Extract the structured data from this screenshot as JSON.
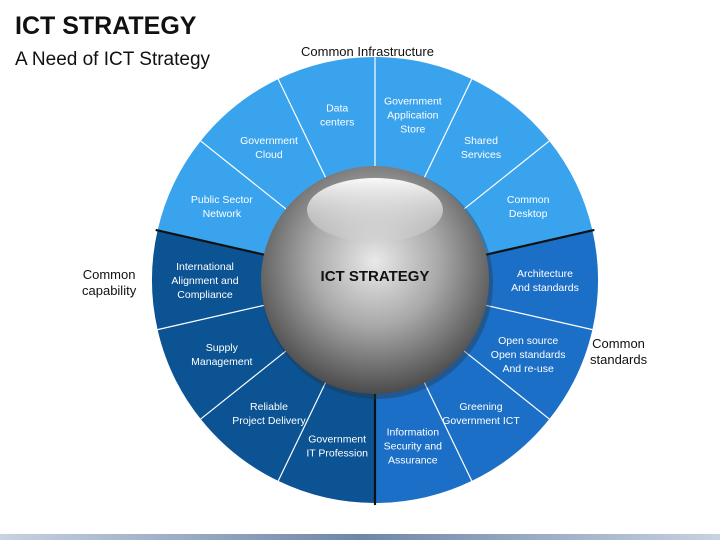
{
  "title": "ICT STRATEGY",
  "subtitle": "A Need of ICT Strategy",
  "center_label": "ICT STRATEGY",
  "group_labels": {
    "top": "Common Infrastructure",
    "left": [
      "Common",
      "capability"
    ],
    "right": [
      "Common",
      "standards"
    ]
  },
  "colors": {
    "light_blue": "#3aa3ee",
    "medium_blue": "#1c6fc6",
    "dark_blue": "#0c5394",
    "divider": "#ffffff",
    "group_divider": "#111111"
  },
  "segments": [
    {
      "lines": [
        "Government",
        "Application",
        "Store"
      ],
      "group": "infrastructure"
    },
    {
      "lines": [
        "Shared",
        "Services"
      ],
      "group": "infrastructure"
    },
    {
      "lines": [
        "Common",
        "Desktop"
      ],
      "group": "infrastructure"
    },
    {
      "lines": [
        "Architecture",
        "And standards"
      ],
      "group": "standards"
    },
    {
      "lines": [
        "Open source",
        "Open standards",
        "And re-use"
      ],
      "group": "standards"
    },
    {
      "lines": [
        "Greening",
        "Government ICT"
      ],
      "group": "standards"
    },
    {
      "lines": [
        "Information",
        "Security and",
        "Assurance"
      ],
      "group": "standards"
    },
    {
      "lines": [
        "Government",
        "IT Profession"
      ],
      "group": "capability"
    },
    {
      "lines": [
        "Reliable",
        "Project Delivery"
      ],
      "group": "capability"
    },
    {
      "lines": [
        "Supply",
        "Management"
      ],
      "group": "capability"
    },
    {
      "lines": [
        "International",
        "Alignment and",
        "Compliance"
      ],
      "group": "capability"
    },
    {
      "lines": [
        "Public Sector",
        "Network"
      ],
      "group": "infrastructure"
    },
    {
      "lines": [
        "Government",
        "Cloud"
      ],
      "group": "infrastructure"
    },
    {
      "lines": [
        "Data",
        "centers"
      ],
      "group": "infrastructure"
    }
  ]
}
